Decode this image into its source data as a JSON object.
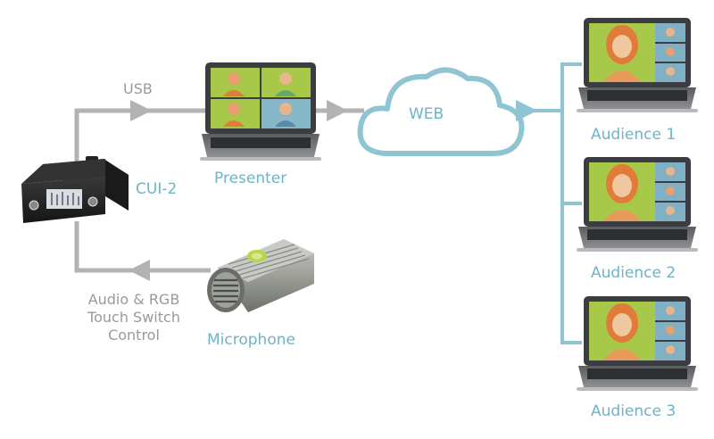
{
  "labels": {
    "usb": "USB",
    "web": "WEB",
    "presenter": "Presenter",
    "cui": "CUI-2",
    "microphone": "Microphone",
    "control_line1": "Audio & RGB",
    "control_line2": "Touch Switch",
    "control_line3": "Control",
    "audience1": "Audience 1",
    "audience2": "Audience 2",
    "audience3": "Audience 3"
  },
  "colors": {
    "accent_blue": "#6fb3c6",
    "line_grey": "#b0b0b0",
    "label_grey": "#9a9a9a",
    "screen_green": "#a8c84a",
    "laptop_dark": "#3b3d42"
  }
}
